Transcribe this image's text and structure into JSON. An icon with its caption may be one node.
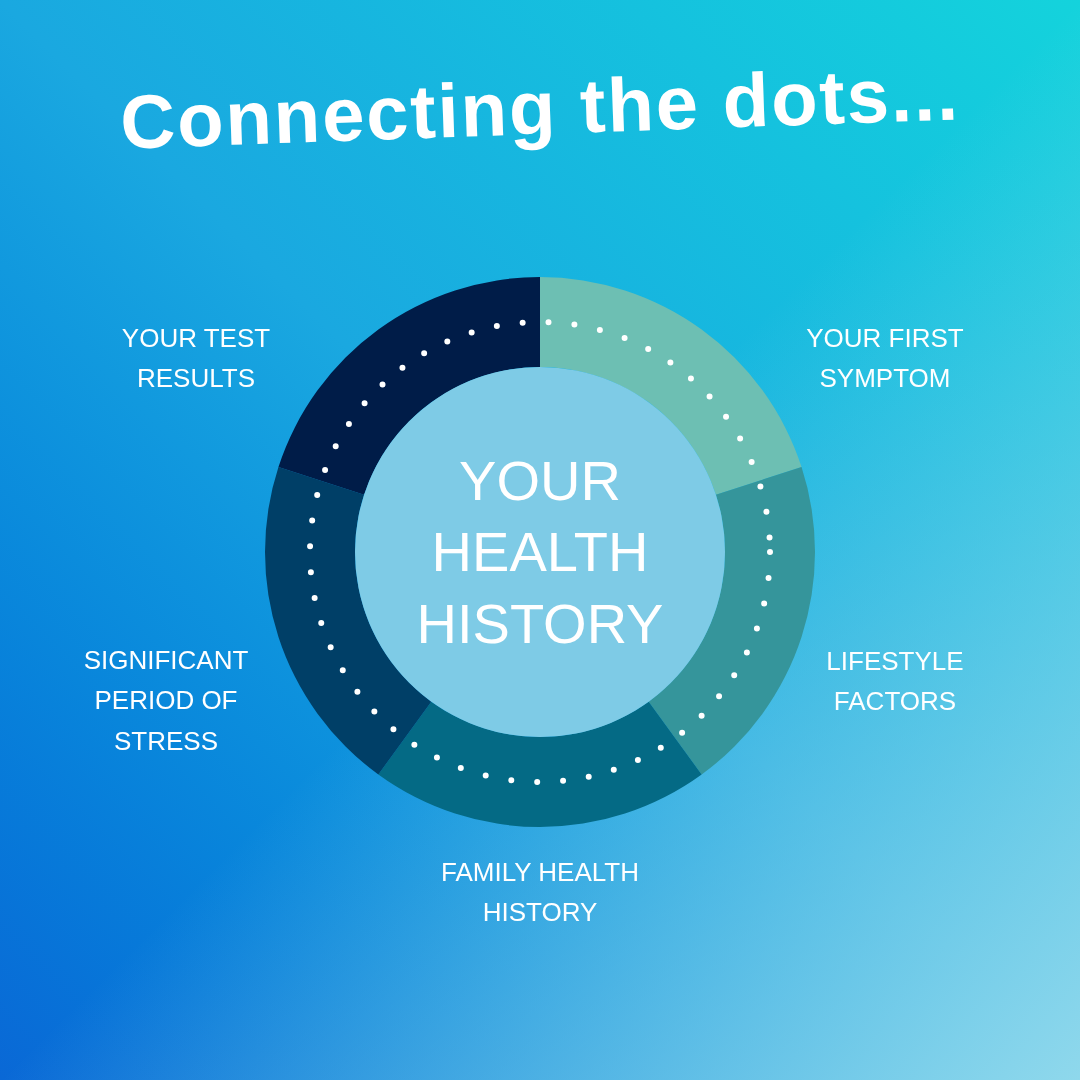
{
  "diagram": {
    "title": "Connecting the dots...",
    "nodes": [
      {
        "text": [
          "YOUR HEALTH HISTORY"
        ]
      },
      {
        "text": [],
        "shape": "segment",
        "beside": [
          "YOUR FIRST SYMPTOM"
        ]
      },
      {
        "text": [],
        "shape": "segment",
        "beside": [
          "LIFESTYLE FACTORS"
        ]
      },
      {
        "text": [],
        "shape": "segment",
        "beside": [
          "FAMILY HEALTH HISTORY"
        ]
      },
      {
        "text": [],
        "shape": "segment",
        "beside": [
          "SIGNIFICANT PERIOD OF STRESS"
        ]
      },
      {
        "text": [],
        "shape": "segment",
        "beside": [
          "YOUR TEST RESULTS"
        ]
      }
    ]
  }
}
